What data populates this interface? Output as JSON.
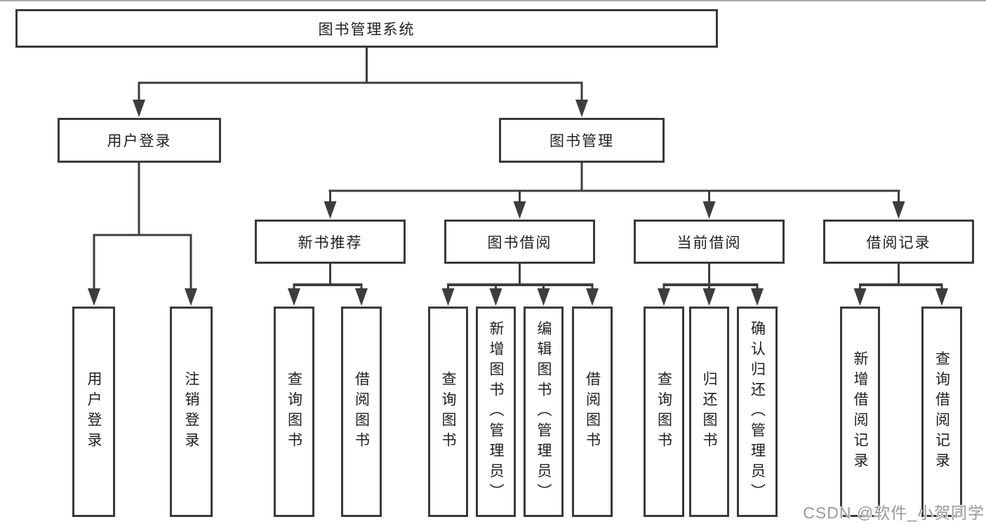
{
  "diagram": {
    "colors": {
      "line": "#3d3d3d",
      "border": "#3a3a3a",
      "text": "#1f1f1f",
      "watermark": "#97999d",
      "top_edge": "#ababab"
    },
    "watermark": {
      "text": "CSDN @软件_小贺同学"
    },
    "nodes": {
      "root": "图书管理系统",
      "user_login": "用户登录",
      "book_mgmt": "图书管理",
      "new_book_rec": "新书推荐",
      "book_borrow": "图书借阅",
      "current_borrow": "当前借阅",
      "borrow_record": "借阅记录",
      "ul_user_login": "用户登录",
      "ul_logout": "注销登录",
      "nb_query_book": "查询图书",
      "nb_borrow_book": "借阅图书",
      "bb_query_book": "查询图书",
      "bb_add_book": "新增图书（管理员）",
      "bb_edit_book": "编辑图书（管理员）",
      "bb_borrow_book": "借阅图书",
      "cb_query_book": "查询图书",
      "cb_return_book": "归还图书",
      "cb_confirm_return": "确认归还（管理员）",
      "br_add_record": "新增借阅记录",
      "br_query_record": "查询借阅记录"
    }
  }
}
